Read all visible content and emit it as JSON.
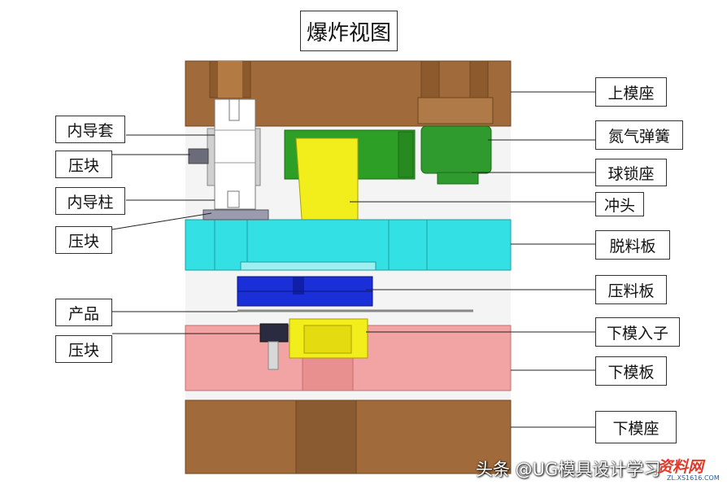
{
  "title": "爆炸视图",
  "left_labels": {
    "inner_guide_bushing": "内导套",
    "press_block_1": "压块",
    "inner_guide_pillar": "内导柱",
    "press_block_2": "压块",
    "product": "产品",
    "press_block_3": "压块"
  },
  "right_labels": {
    "upper_die_base": "上模座",
    "nitrogen_spring": "氮气弹簧",
    "ball_lock_seat": "球锁座",
    "punch": "冲头",
    "stripper_plate": "脱料板",
    "pressure_plate": "压料板",
    "lower_die_insert": "下模入子",
    "lower_die_plate": "下模板",
    "lower_die_base": "下模座"
  },
  "watermark": "头条 @UG模具设计学习",
  "site_mark": {
    "name": "资料网",
    "url": "ZL.XS1616.COM"
  },
  "colors": {
    "die_base_brown": "#a06a3a",
    "stripper_cyan": "#33e0e4",
    "pressure_blue": "#1a2fd8",
    "lower_plate_pink": "#f2a3a3",
    "punch_yellow": "#f2ee1c",
    "ball_lock_green": "#2e9f26",
    "spring_green": "#2f9a2e"
  },
  "icons": [
    "tiaotiao-logo-icon"
  ]
}
